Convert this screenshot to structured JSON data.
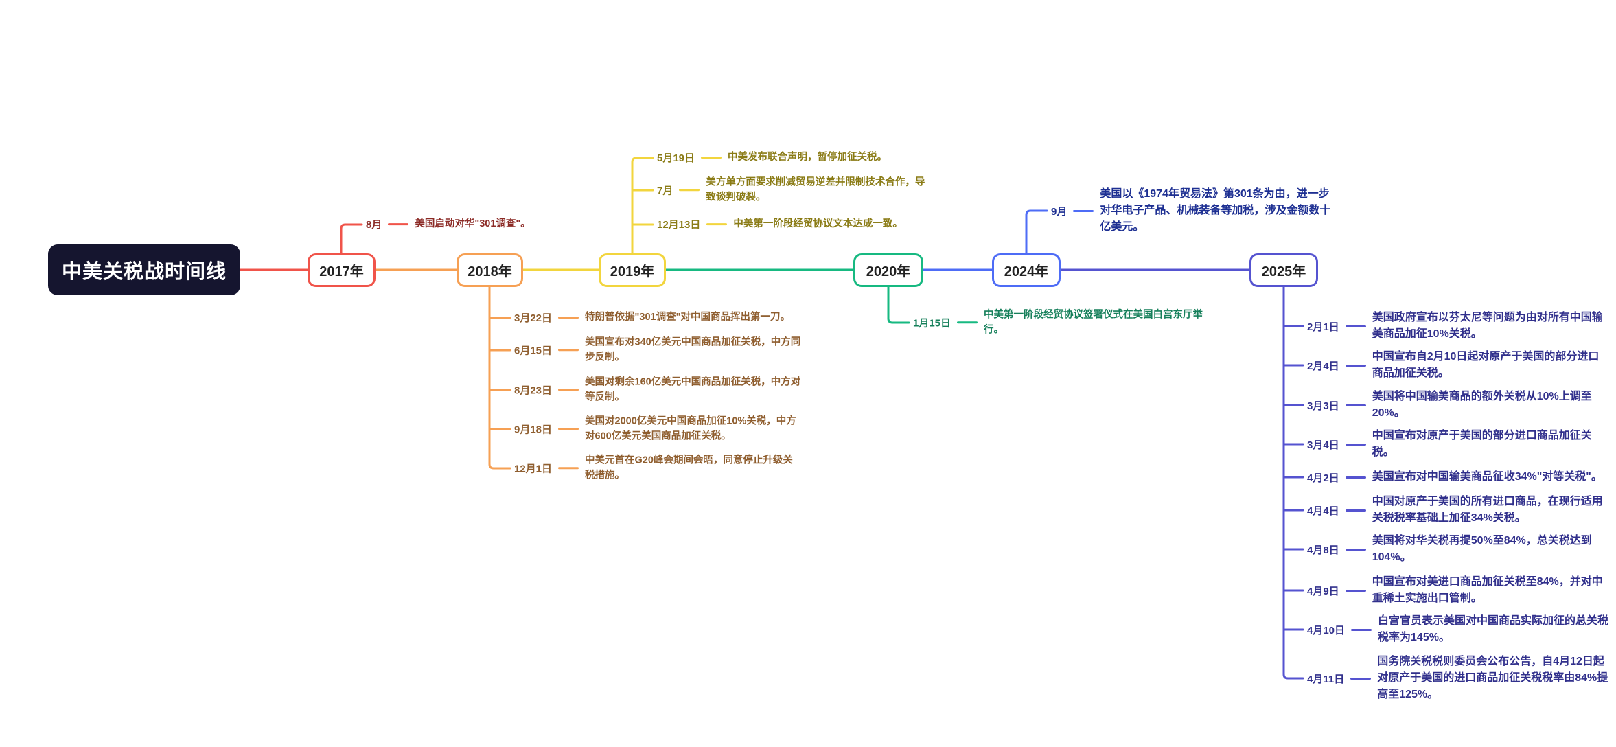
{
  "title": {
    "label": "中美关税战时间线",
    "background": "#15152F",
    "text_color": "#FFFFFF"
  },
  "timeline": {
    "years": [
      {
        "label": "2017年",
        "color": "#F0544A",
        "text_color": "#8C2B26",
        "side": "up",
        "events": [
          {
            "date": "8月",
            "desc": "美国启动对华\"301调查\"。"
          }
        ]
      },
      {
        "label": "2018年",
        "color": "#F6A054",
        "text_color": "#8F5E2F",
        "side": "down",
        "events": [
          {
            "date": "3月22日",
            "desc": "特朗普依据\"301调查\"对中国商品挥出第一刀。"
          },
          {
            "date": "6月15日",
            "desc": "美国宣布对340亿美元中国商品加征关税，中方同步反制。"
          },
          {
            "date": "8月23日",
            "desc": "美国对剩余160亿美元中国商品加征关税，中方对等反制。"
          },
          {
            "date": "9月18日",
            "desc": "美国对2000亿美元中国商品加征10%关税，中方对600亿美元美国商品加征关税。"
          },
          {
            "date": "12月1日",
            "desc": "中美元首在G20峰会期间会晤，同意停止升级关税措施。"
          }
        ]
      },
      {
        "label": "2019年",
        "color": "#F2D53E",
        "text_color": "#8A7B15",
        "side": "up",
        "events": [
          {
            "date": "5月19日",
            "desc": "中美发布联合声明，暂停加征关税。"
          },
          {
            "date": "7月",
            "desc": "美方单方面要求削减贸易逆差并限制技术合作，导致谈判破裂。"
          },
          {
            "date": "12月13日",
            "desc": "中美第一阶段经贸协议文本达成一致。"
          }
        ]
      },
      {
        "label": "2020年",
        "color": "#17B981",
        "text_color": "#157F5A",
        "side": "down",
        "events": [
          {
            "date": "1月15日",
            "desc": "中美第一阶段经贸协议签署仪式在美国白宫东厅举行。"
          }
        ]
      },
      {
        "label": "2024年",
        "color": "#4E6CF6",
        "text_color": "#1D2F92",
        "side": "up",
        "events": [
          {
            "date": "9月",
            "desc": "美国以《1974年贸易法》第301条为由，进一步对华电子产品、机械装备等加税，涉及金额数十亿美元。"
          }
        ]
      },
      {
        "label": "2025年",
        "color": "#5553D0",
        "text_color": "#31308C",
        "side": "down",
        "events": [
          {
            "date": "2月1日",
            "desc": "美国政府宣布以芬太尼等问题为由对所有中国输美商品加征10%关税。"
          },
          {
            "date": "2月4日",
            "desc": "中国宣布自2月10日起对原产于美国的部分进口商品加征关税。"
          },
          {
            "date": "3月3日",
            "desc": "美国将中国输美商品的额外关税从10%上调至20%。"
          },
          {
            "date": "3月4日",
            "desc": "中国宣布对原产于美国的部分进口商品加征关税。"
          },
          {
            "date": "4月2日",
            "desc": "美国宣布对中国输美商品征收34%\"对等关税\"。"
          },
          {
            "date": "4月4日",
            "desc": "中国对原产于美国的所有进口商品，在现行适用关税税率基础上加征34%关税。"
          },
          {
            "date": "4月8日",
            "desc": "美国将对华关税再提50%至84%，总关税达到104%。"
          },
          {
            "date": "4月9日",
            "desc": "中国宣布对美进口商品加征关税至84%，并对中重稀土实施出口管制。"
          },
          {
            "date": "4月10日",
            "desc": "白宫官员表示美国对中国商品实际加征的总关税税率为145%。"
          },
          {
            "date": "4月11日",
            "desc": "国务院关税税则委员会公布公告，自4月12日起对原产于美国的进口商品加征关税税率由84%提高至125%。"
          }
        ]
      }
    ]
  }
}
